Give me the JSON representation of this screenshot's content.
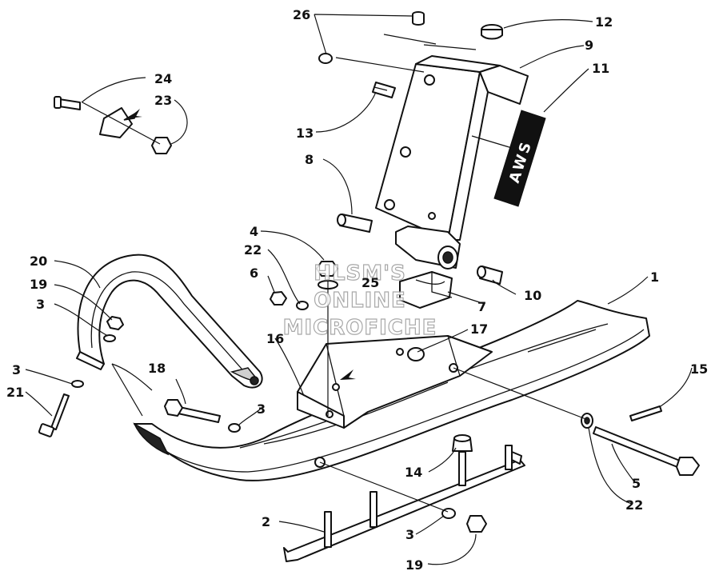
{
  "watermark": [
    "HLSM'S",
    "ONLINE",
    "MICROFICHE"
  ],
  "decal_text": "AWS",
  "callouts": [
    "26",
    "12",
    "9",
    "11",
    "24",
    "23",
    "13",
    "8",
    "4",
    "22",
    "25",
    "6",
    "7",
    "10",
    "1",
    "20",
    "19",
    "3",
    "16",
    "17",
    "18",
    "3",
    "21",
    "15",
    "14",
    "5",
    "22",
    "2",
    "3",
    "19"
  ],
  "legend_icons": [
    "arrow-icon",
    "arrow-icon"
  ]
}
